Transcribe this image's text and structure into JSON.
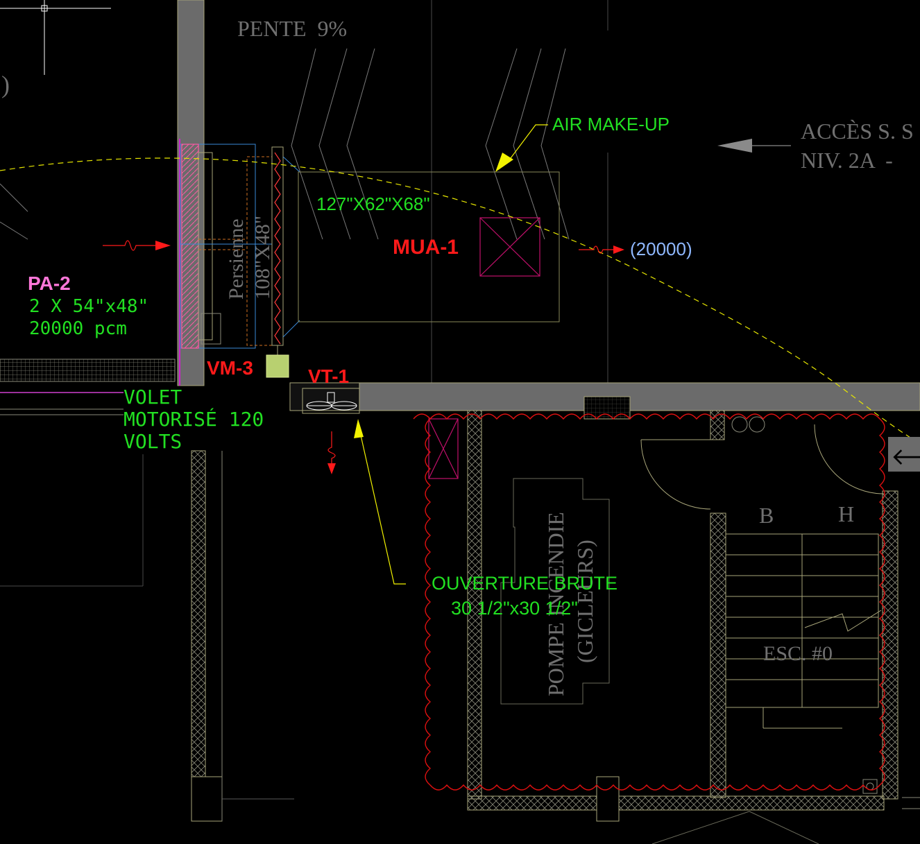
{
  "labels": {
    "pente": "PENTE  9%",
    "paren_left": ")",
    "air_makeup": "AIR MAKE-UP",
    "acces_line1": "ACCÈS S. S",
    "acces_line2": "NIV. 2A  -",
    "dimensions": "127\"X62\"X68\"",
    "mua": "MUA-1",
    "flow": "(20000)",
    "persienne": "Persienne",
    "persienne_size": "108\"X48\"",
    "pa2_title": "PA-2",
    "pa2_size": "2 X 54\"x48\"",
    "pa2_flow": "20000 pcm",
    "vm3": "VM-3",
    "vt1": "VT-1",
    "volet_line1": "VOLET",
    "volet_line2": "MOTORISÉ 120",
    "volet_line3": "VOLTS",
    "ouverture_line1": "OUVERTURE BRUTE",
    "ouverture_line2": "30 1/2\"x30 1/2\"",
    "pompe_line1": "POMPE INCENDIE",
    "pompe_line2": "(GICLEURS)",
    "stair_b": "B",
    "stair_h": "H",
    "esc": "ESC. #0",
    "exit_arrow": "🡐"
  },
  "colors": {
    "wall_fill": "#6b6b6b",
    "wall_edge": "#a9a67a",
    "green_text": "#22e022",
    "red_text": "#ff1a1a",
    "pink_text": "#ff77d9",
    "blue_text": "#8fb8ff",
    "gray_text": "#707070",
    "yellow": "#f2f200",
    "cloud_red": "#e01010",
    "magenta": "#c0106a"
  }
}
